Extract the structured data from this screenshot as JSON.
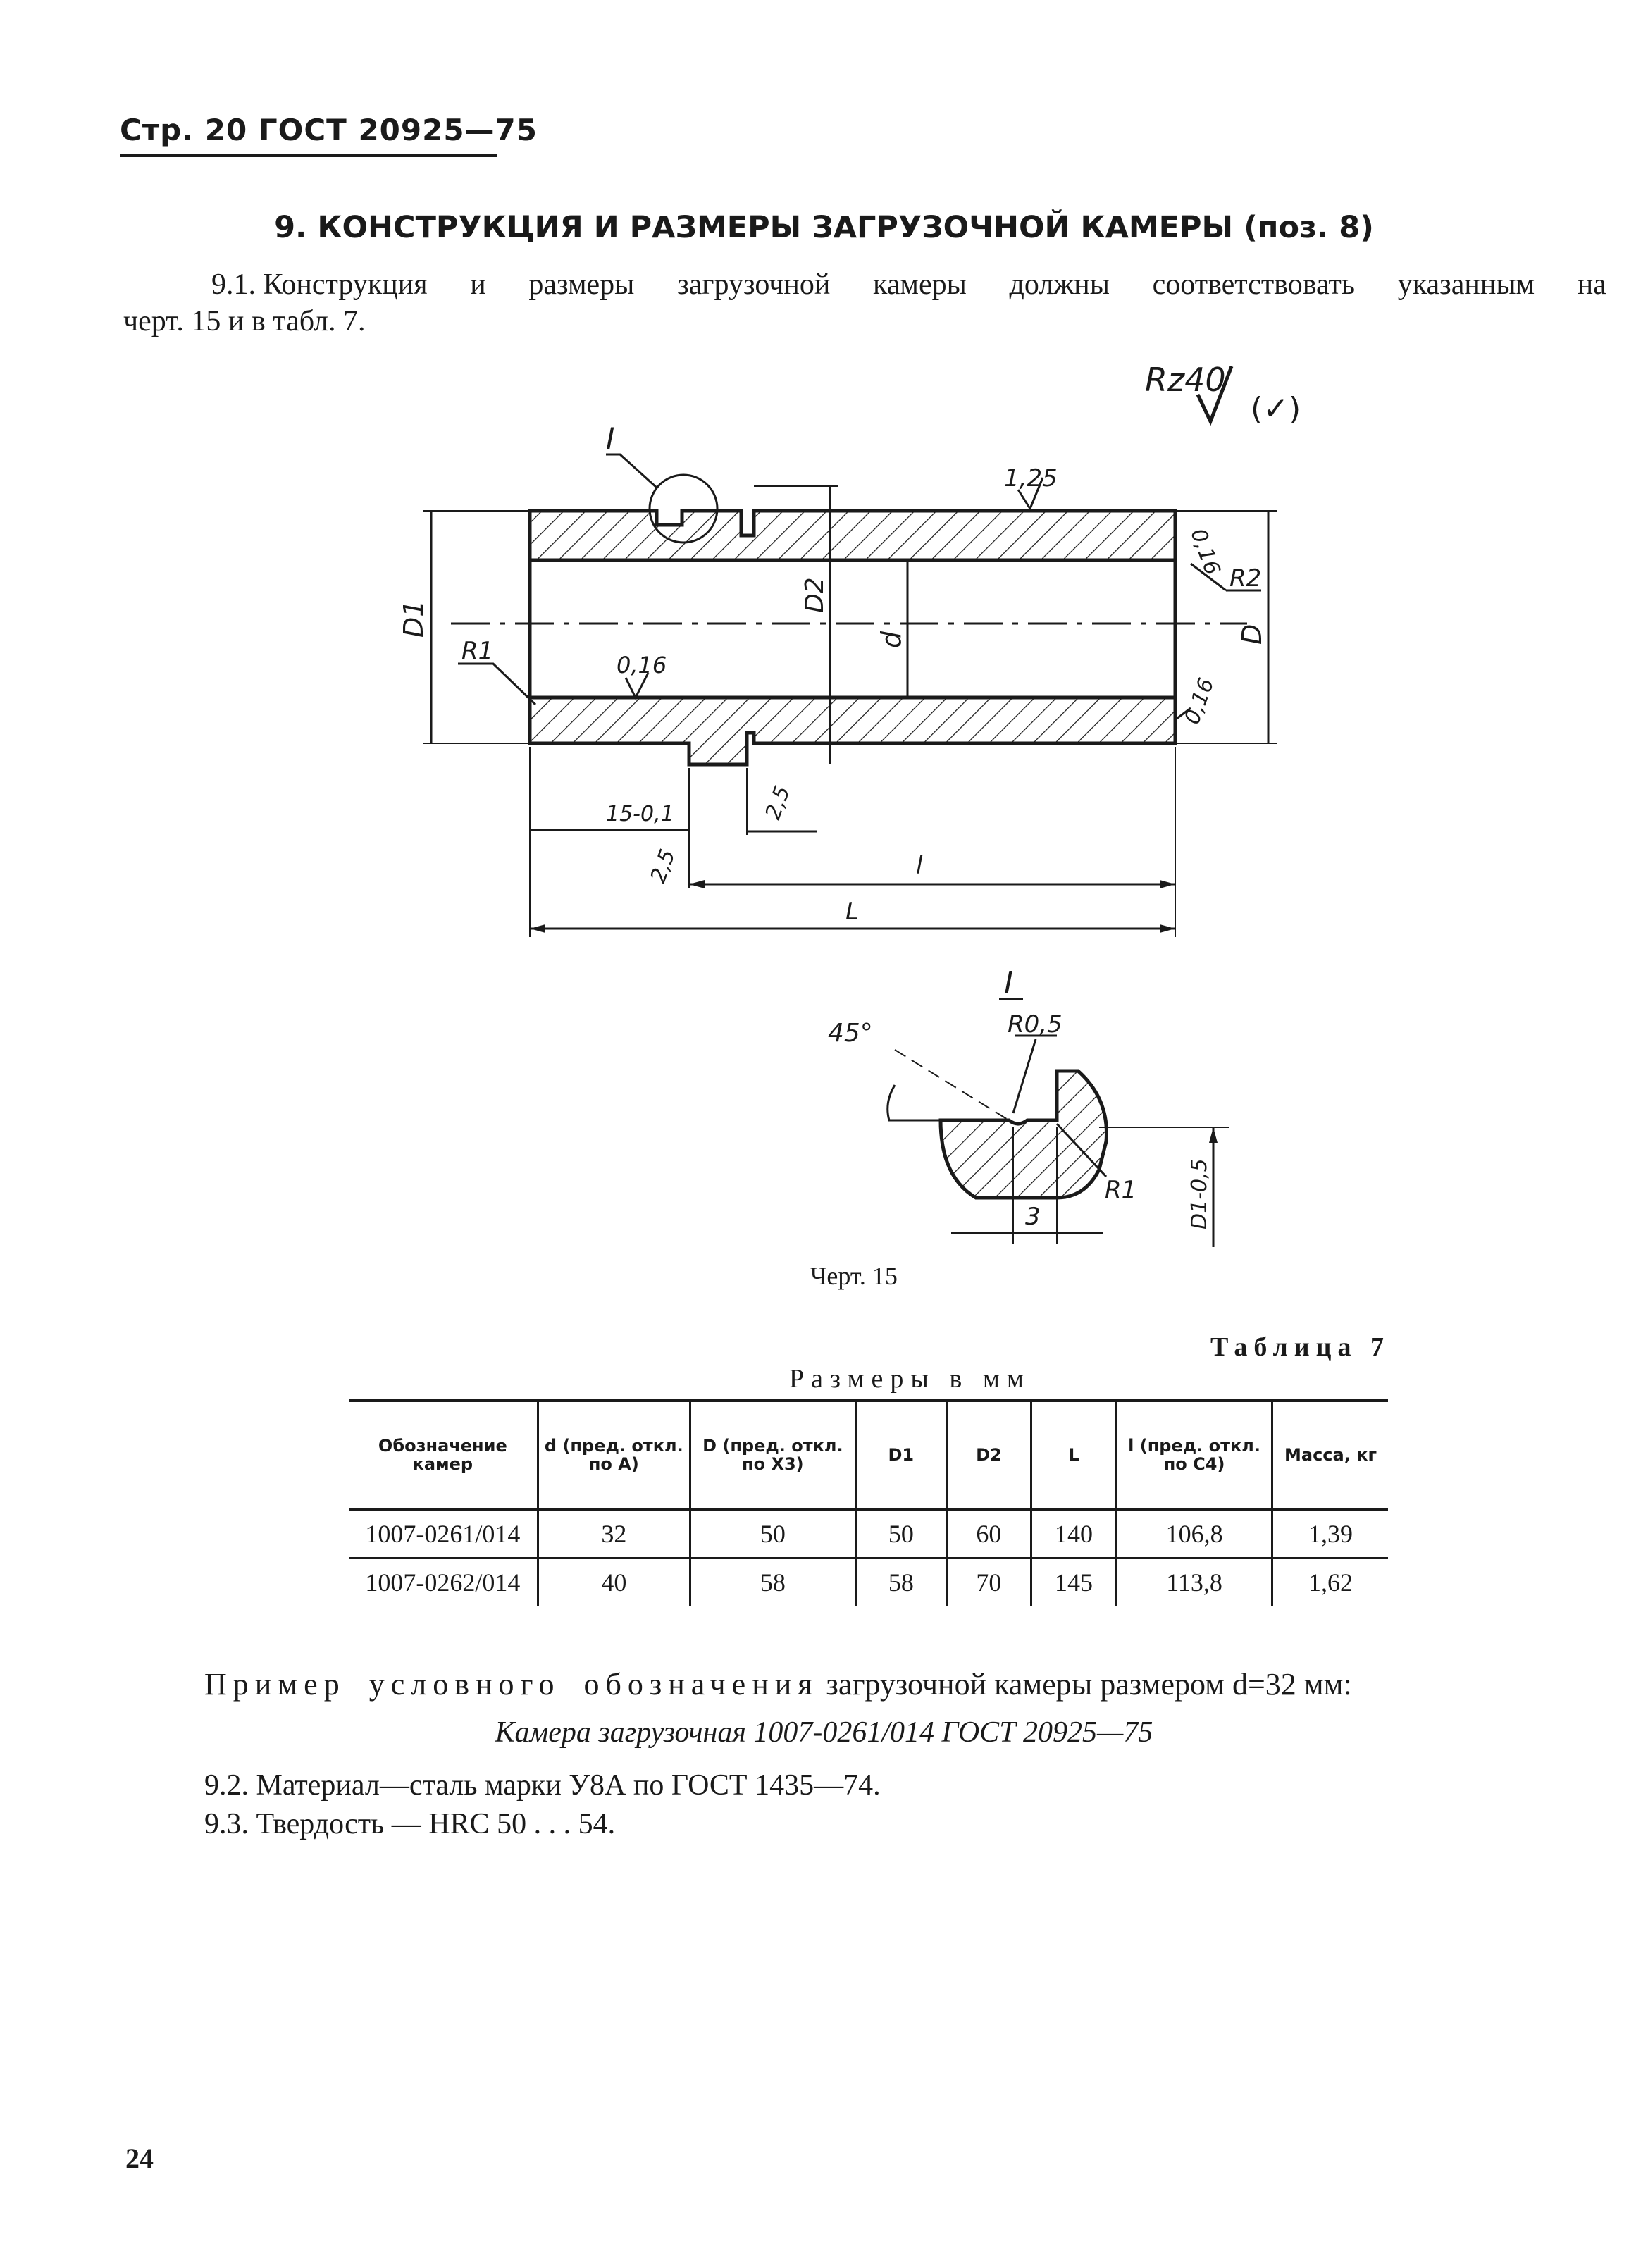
{
  "header": {
    "text": "Стр. 20  ГОСТ 20925—75"
  },
  "section_title": "9. КОНСТРУКЦИЯ И РАЗМЕРЫ ЗАГРУЗОЧНОЙ КАМЕРЫ (поз. 8)",
  "para_91": {
    "words": [
      "9.1. Конструкция",
      "и",
      "размеры",
      "загрузочной",
      "камеры",
      "должны",
      "соответствовать",
      "указанным",
      "на"
    ],
    "line2": "черт. 15 и в табл. 7."
  },
  "drawing": {
    "roughness": "Rz40",
    "roughness_paren": "(✓)",
    "label_view": "I",
    "r_1_25": "1,25",
    "r_0_16a": "0,16",
    "r_0_16b": "0,16",
    "r_0_16c": "0,16",
    "label_R1": "R1",
    "label_R2": "R2",
    "label_D1": "D1",
    "label_D2": "D2",
    "label_d": "d",
    "label_D": "D",
    "dim_15": "15-0,1",
    "dim_2_5a": "2,5",
    "dim_2_5b": "2,5",
    "label_l": "l",
    "label_L": "L",
    "detail_label": "I",
    "detail_45": "45°",
    "detail_R05": "R0,5",
    "detail_R1": "R1",
    "detail_3": "3",
    "detail_D1": "D1-0,5"
  },
  "caption": "Черт. 15",
  "table": {
    "number": "Таблица 7",
    "units": "Размеры в мм",
    "headers": [
      "Обозначение камер",
      "d (пред. откл. по A)",
      "D (пред. откл. по X3)",
      "D1",
      "D2",
      "L",
      "l (пред. откл. по C4)",
      "Масса, кг"
    ],
    "rows": [
      [
        "1007-0261/014",
        "32",
        "50",
        "50",
        "60",
        "140",
        "106,8",
        "1,39"
      ],
      [
        "1007-0262/014",
        "40",
        "58",
        "58",
        "70",
        "145",
        "113,8",
        "1,62"
      ]
    ]
  },
  "example": {
    "word1": "Пример",
    "word2": "условного",
    "word3": "обозначения",
    "rest": "загрузочной камеры размером d=32 мм:",
    "designation": "Камера загрузочная 1007-0261/014 ГОСТ 20925—75"
  },
  "p92": "9.2. Материал—сталь марки У8А по ГОСТ 1435—74.",
  "p93": "9.3. Твердость — HRC 50 . . . 54.",
  "page_number": "24"
}
